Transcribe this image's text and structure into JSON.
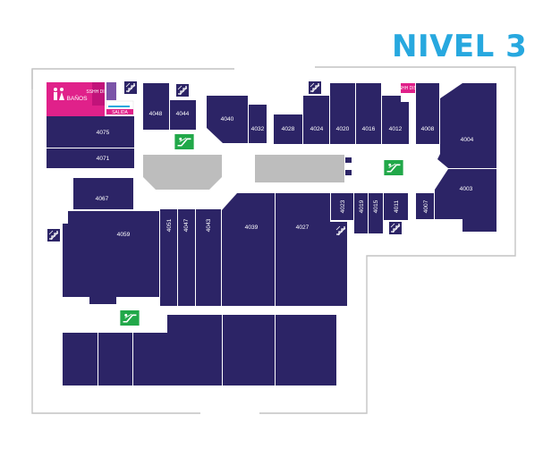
{
  "page": {
    "title": "NIVEL 3"
  },
  "legend": {
    "banos": "BAÑOS",
    "pink_sign_1": "SSHH DISC",
    "pink_sign_2": "SSHH DISC",
    "small_caption": "SALIDA"
  },
  "stores": {
    "s4075": "4075",
    "s4071": "4071",
    "s4067": "4067",
    "s4059": "4059",
    "s4048": "4048",
    "s4044": "4044",
    "s4040": "4040",
    "s4032": "4032",
    "s4028": "4028",
    "s4024": "4024",
    "s4020": "4020",
    "s4016": "4016",
    "s4012": "4012",
    "s4008": "4008",
    "s4004": "4004",
    "s4003": "4003",
    "s4007": "4007",
    "s4011": "4011",
    "s4015": "4015",
    "s4019": "4019",
    "s4023": "4023",
    "s4027": "4027",
    "s4039": "4039",
    "s4043": "4043",
    "s4047": "4047",
    "s4051": "4051"
  },
  "colors": {
    "title": "#27a8df",
    "store": "#2c2466",
    "corridor": "#bdbdbd",
    "restroom": "#e0218a",
    "ramp": "#21a849"
  },
  "icons": [
    "restroom-icon",
    "stairs-icon",
    "escalator-icon"
  ]
}
